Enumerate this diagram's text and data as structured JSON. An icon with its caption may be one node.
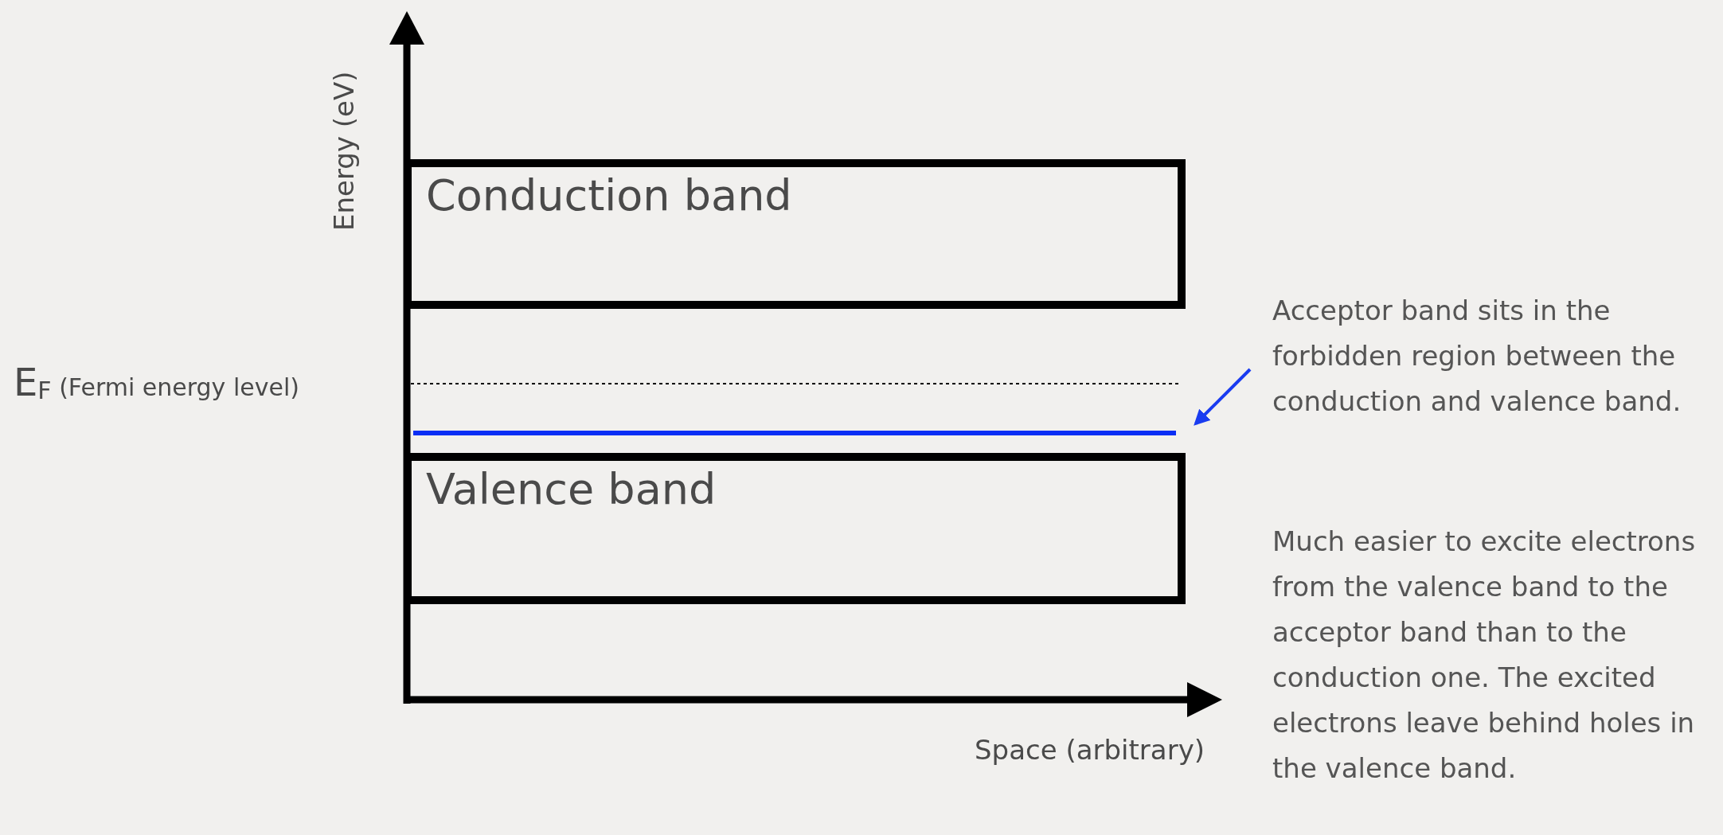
{
  "diagram": {
    "nodes": [
      {
        "text": [
          "Conduction band"
        ]
      },
      {
        "text": [
          "Valence band"
        ]
      },
      {
        "text": [],
        "shape": "bar"
      },
      {
        "text": [
          "Acceptor band sits in the forbidden region between the conduction and valence band."
        ]
      }
    ],
    "edges": [
      {
        "from": 3,
        "to": 2,
        "arrow": "to",
        "color": "#1a3cf0"
      }
    ],
    "labels": [
      "Energy (eV)",
      "E$_{F}$ (Fermi energy level)",
      "Space (arbitrary)",
      "Much easier to excite electrons from the valence band to the acceptor band than to the conduction one. The excited electrons leave behind holes in the valence band."
    ]
  }
}
